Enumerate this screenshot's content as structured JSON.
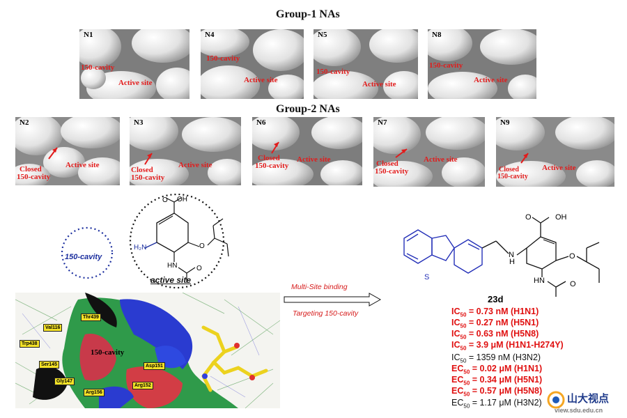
{
  "group1": {
    "title": "Group-1 NAs",
    "panels": [
      {
        "id": "N1",
        "cavity": "150-cavity",
        "site": "Active site"
      },
      {
        "id": "N4",
        "cavity": "150-cavity",
        "site": "Active site"
      },
      {
        "id": "N5",
        "cavity": "150-cavity",
        "site": "Active site"
      },
      {
        "id": "N8",
        "cavity": "150-cavity",
        "site": "Active site"
      }
    ]
  },
  "group2": {
    "title": "Group-2 NAs",
    "panels": [
      {
        "id": "N2",
        "cavity1": "Closed",
        "cavity2": "150-cavity",
        "site": "Active site"
      },
      {
        "id": "N3",
        "cavity1": "Closed",
        "cavity2": "150-cavity",
        "site": "Active site"
      },
      {
        "id": "N6",
        "cavity1": "Closed",
        "cavity2": "150-cavity",
        "site": "Active site"
      },
      {
        "id": "N7",
        "cavity1": "Closed",
        "cavity2": "150-cavity",
        "site": "Active site"
      },
      {
        "id": "N9",
        "cavity1": "Closed",
        "cavity2": "150-cavity",
        "site": "Active site"
      }
    ]
  },
  "scheme": {
    "oh": "OH",
    "o": "O",
    "h2n": "H₂N",
    "hn": "HN",
    "cavity_label": "150-cavity",
    "site_label": "active site"
  },
  "docking": {
    "cavity": "150-cavity",
    "residues": [
      "Thr439",
      "Val116",
      "Trp438",
      "Ser145",
      "Gly147",
      "Arg156",
      "Asp151",
      "Arg152"
    ]
  },
  "arrow": {
    "top": "Multi-Site binding",
    "bottom": "Targeting 150-cavity"
  },
  "compound": {
    "name": "23d",
    "oh": "OH",
    "o": "O",
    "s": "S",
    "n": "N",
    "h": "H",
    "hn": "HN",
    "results": [
      {
        "label": "IC",
        "sub": "50",
        "value": " = 0.73 nM (H1N1)",
        "style": "red"
      },
      {
        "label": "IC",
        "sub": "50",
        "value": " = 0.27 nM (H5N1)",
        "style": "red"
      },
      {
        "label": "IC",
        "sub": "50",
        "value": " = 0.63 nM (H5N8)",
        "style": "red"
      },
      {
        "label": "IC",
        "sub": "50",
        "value": " = 3.9 μM (H1N1-H274Y)",
        "style": "red"
      },
      {
        "label": "IC",
        "sub": "50",
        "value": " = 1359 nM (H3N2)",
        "style": "black"
      },
      {
        "label": "EC",
        "sub": "50",
        "value": " = 0.02 μM (H1N1)",
        "style": "red"
      },
      {
        "label": "EC",
        "sub": "50",
        "value": " = 0.34 μM (H5N1)",
        "style": "red"
      },
      {
        "label": "EC",
        "sub": "50",
        "value": " = 0.57 μM (H5N8)",
        "style": "red"
      },
      {
        "label": "EC",
        "sub": "50",
        "value": " = 1.17 μM (H3N2)",
        "style": "black"
      }
    ]
  },
  "watermark": {
    "cn": "山大视点",
    "url": "view.sdu.edu.cn"
  }
}
